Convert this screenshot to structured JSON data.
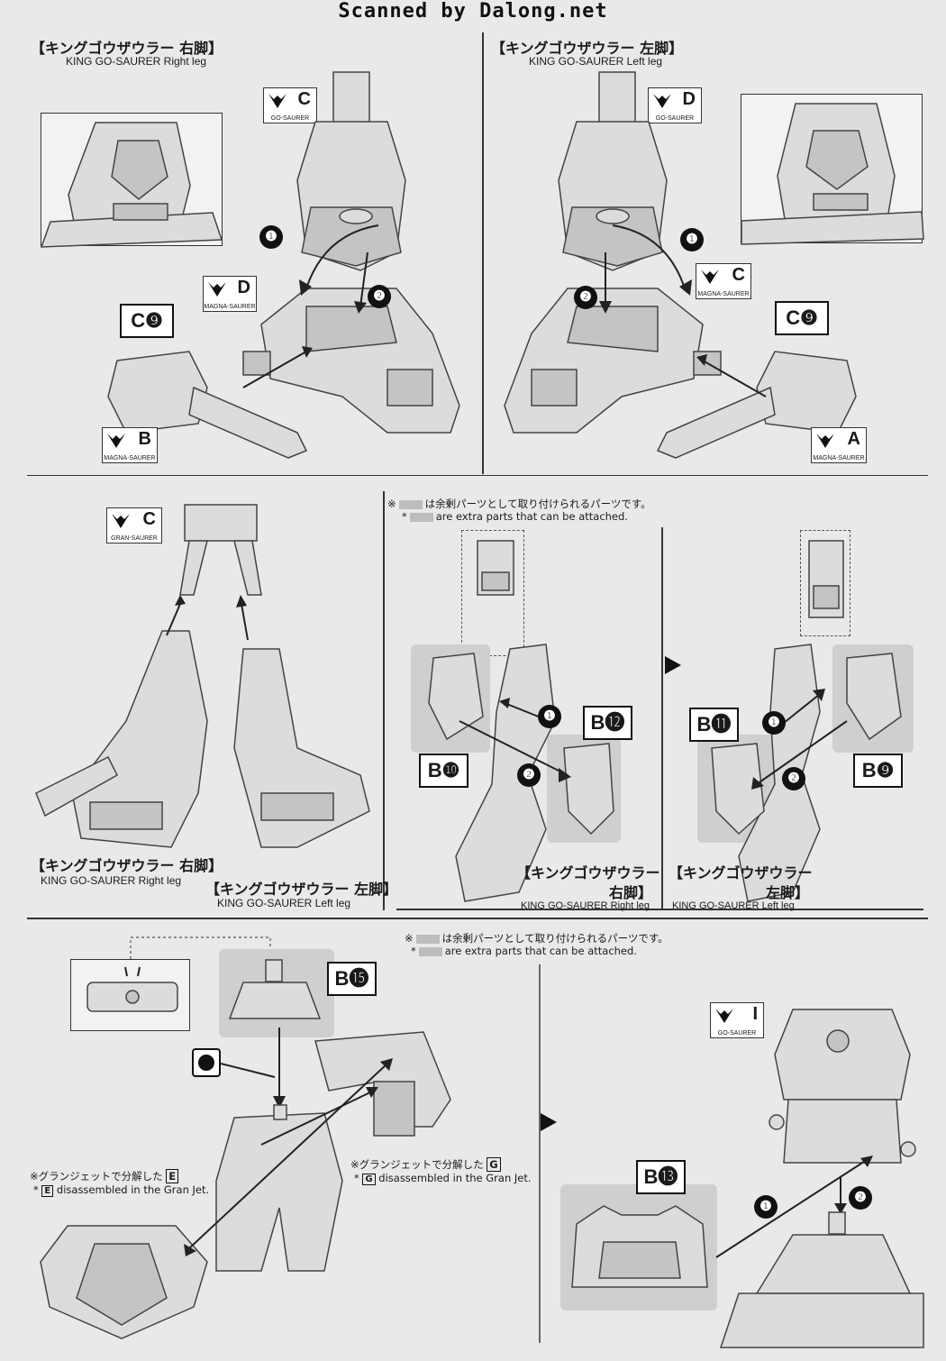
{
  "watermark": "Scanned by Dalong.net",
  "top_right_leg": {
    "title_jp": "【キングゴウザウラー 右脚】",
    "title_en": "KING GO-SAURER Right leg",
    "runner_c": {
      "letter": "C",
      "sub": "GO-SAURER"
    },
    "runner_d": {
      "letter": "D",
      "sub": "MAGNA-SAURER"
    },
    "runner_b": {
      "letter": "B",
      "sub": "MAGNA-SAURER"
    },
    "part": "C❾",
    "steps": [
      "❶",
      "❷"
    ]
  },
  "top_left_leg": {
    "title_jp": "【キングゴウザウラー 左脚】",
    "title_en": "KING GO-SAURER Left leg",
    "runner_d": {
      "letter": "D",
      "sub": "GO-SAURER"
    },
    "runner_c": {
      "letter": "C",
      "sub": "MAGNA-SAURER"
    },
    "runner_a": {
      "letter": "A",
      "sub": "MAGNA-SAURER"
    },
    "part": "C❾",
    "steps": [
      "❶",
      "❷"
    ]
  },
  "mid_left": {
    "runner_c": {
      "letter": "C",
      "sub": "GRAN-SAURER"
    },
    "right_leg_jp": "【キングゴウザウラー 右脚】",
    "right_leg_en": "KING GO-SAURER Right leg",
    "left_leg_jp": "【キングゴウザウラー 左脚】",
    "left_leg_en": "KING GO-SAURER Left leg"
  },
  "mid_right": {
    "note_jp": "は余剰パーツとして取り付けられるパーツです。",
    "note_en": "are extra parts that can be attached.",
    "note_mark": "※",
    "note_star": "*",
    "parts_a": [
      "B⓬",
      "B❿"
    ],
    "parts_b": [
      "B⓫",
      "B❾"
    ],
    "label_a_jp1": "【キングゴウザウラー",
    "label_a_jp2": "右脚】",
    "label_a_en": "KING GO-SAURER Right leg",
    "label_b_jp1": "【キングゴウザウラー",
    "label_b_jp2": "左脚】",
    "label_b_en": "KING GO-SAURER Left leg",
    "steps": [
      "❶",
      "❷"
    ]
  },
  "bottom_left": {
    "part": "B⓯",
    "note_e_jp": "※グランジェットで分解した",
    "note_e_box": "E",
    "note_e_en": "disassembled in the Gran Jet.",
    "note_g_jp": "※グランジェットで分解した",
    "note_g_box": "G",
    "note_g_en": "disassembled in the Gran Jet.",
    "star": "*"
  },
  "bottom_right": {
    "note_jp": "は余剰パーツとして取り付けられるパーツです。",
    "note_en": "are extra parts that can be attached.",
    "runner_i": {
      "letter": "I",
      "sub": "GO-SAURER"
    },
    "part": "B⓭",
    "steps": [
      "❶",
      "❷"
    ]
  }
}
